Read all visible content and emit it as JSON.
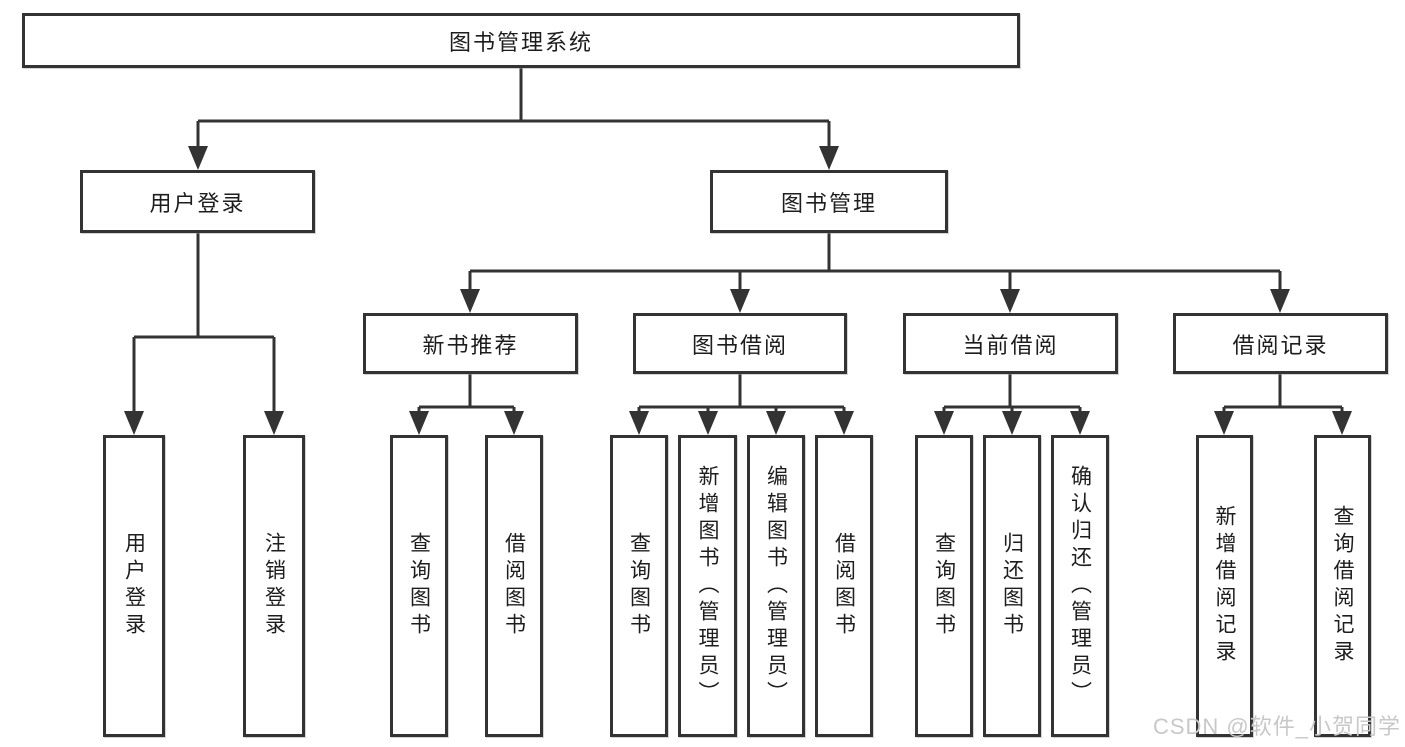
{
  "root": {
    "label": "图书管理系统"
  },
  "level2": [
    {
      "label": "用户登录"
    },
    {
      "label": "图书管理"
    }
  ],
  "level3": [
    {
      "label": "新书推荐"
    },
    {
      "label": "图书借阅"
    },
    {
      "label": "当前借阅"
    },
    {
      "label": "借阅记录"
    }
  ],
  "leaves": [
    {
      "label": "用户登录"
    },
    {
      "label": "注销登录"
    },
    {
      "label": "查询图书"
    },
    {
      "label": "借阅图书"
    },
    {
      "label": "查询图书"
    },
    {
      "label": "新增图书（管理员）"
    },
    {
      "label": "编辑图书（管理员）"
    },
    {
      "label": "借阅图书"
    },
    {
      "label": "查询图书"
    },
    {
      "label": "归还图书"
    },
    {
      "label": "确认归还（管理员）"
    },
    {
      "label": "新增借阅记录"
    },
    {
      "label": "查询借阅记录"
    }
  ],
  "watermark": "CSDN @软件_小贺同学",
  "colors": {
    "line": "#333333",
    "text": "#1d1d1d",
    "watermark": "#c8c8c8"
  }
}
